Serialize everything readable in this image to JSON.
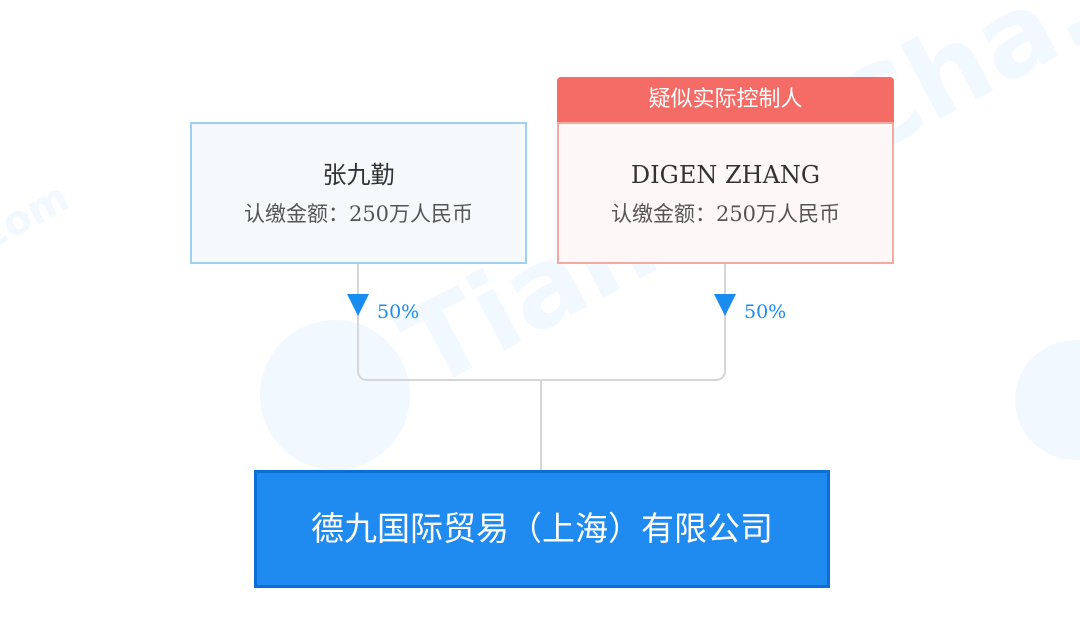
{
  "watermark": {
    "text": "TianYanCha.com"
  },
  "controller_tag": {
    "label": "疑似实际控制人"
  },
  "shareholders": [
    {
      "name": "张九勤",
      "amount": "认缴金额：250万人民币",
      "percent": "50%"
    },
    {
      "name": "DIGEN ZHANG",
      "amount": "认缴金额：250万人民币",
      "percent": "50%"
    }
  ],
  "company": {
    "name": "德九国际贸易（上海）有限公司"
  },
  "colors": {
    "accent_blue": "#1f8bf0",
    "controller_red": "#f56b66",
    "holder_border_blue": "#9fd0f2",
    "holder_border_red": "#f3aaa3"
  }
}
